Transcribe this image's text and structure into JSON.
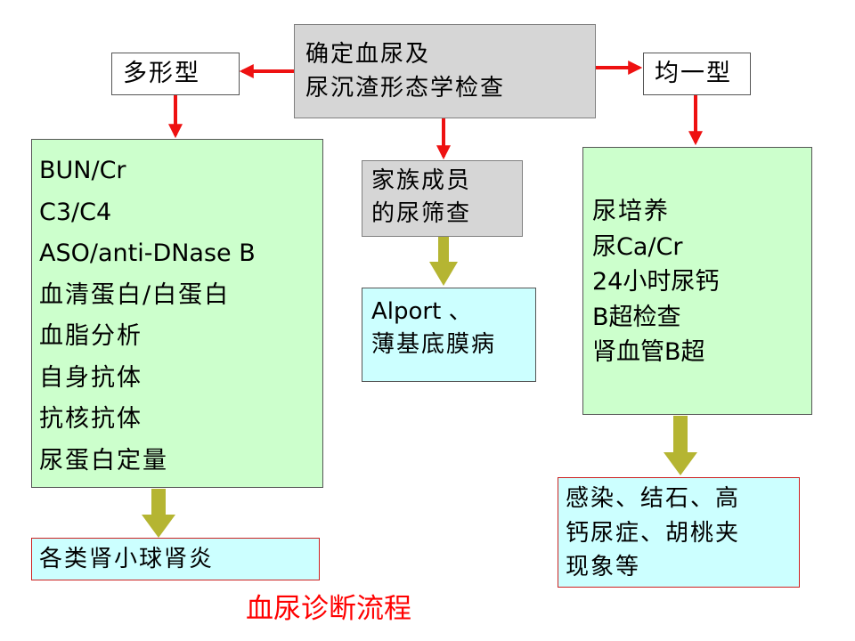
{
  "colors": {
    "red_arrow": "#ee1111",
    "olive_arrow": "#b5b532",
    "title": "#ff0000"
  },
  "nodes": {
    "start": {
      "lines": [
        "确定血尿及",
        "尿沉渣形态学检查"
      ]
    },
    "polymorphic": {
      "label": "多形型"
    },
    "uniform": {
      "label": "均一型"
    },
    "left_tests": {
      "lines": [
        "BUN/Cr",
        "C3/C4",
        "ASO/anti-DNase B",
        "血清蛋白/白蛋白",
        "血脂分析",
        "自身抗体",
        "抗核抗体",
        "尿蛋白定量"
      ]
    },
    "family": {
      "lines": [
        "家族成员",
        "的尿筛查"
      ]
    },
    "alport": {
      "lines": [
        "Alport 、",
        "薄基底膜病"
      ]
    },
    "right_tests": {
      "lines": [
        "尿培养",
        "尿Ca/Cr",
        "24小时尿钙",
        "B超检查",
        "肾血管B超"
      ]
    },
    "glomerulo": {
      "label": "各类肾小球肾炎"
    },
    "other": {
      "lines": [
        "感染、结石、高",
        "钙尿症、胡桃夹",
        "现象等"
      ]
    }
  },
  "title": "血尿诊断流程"
}
